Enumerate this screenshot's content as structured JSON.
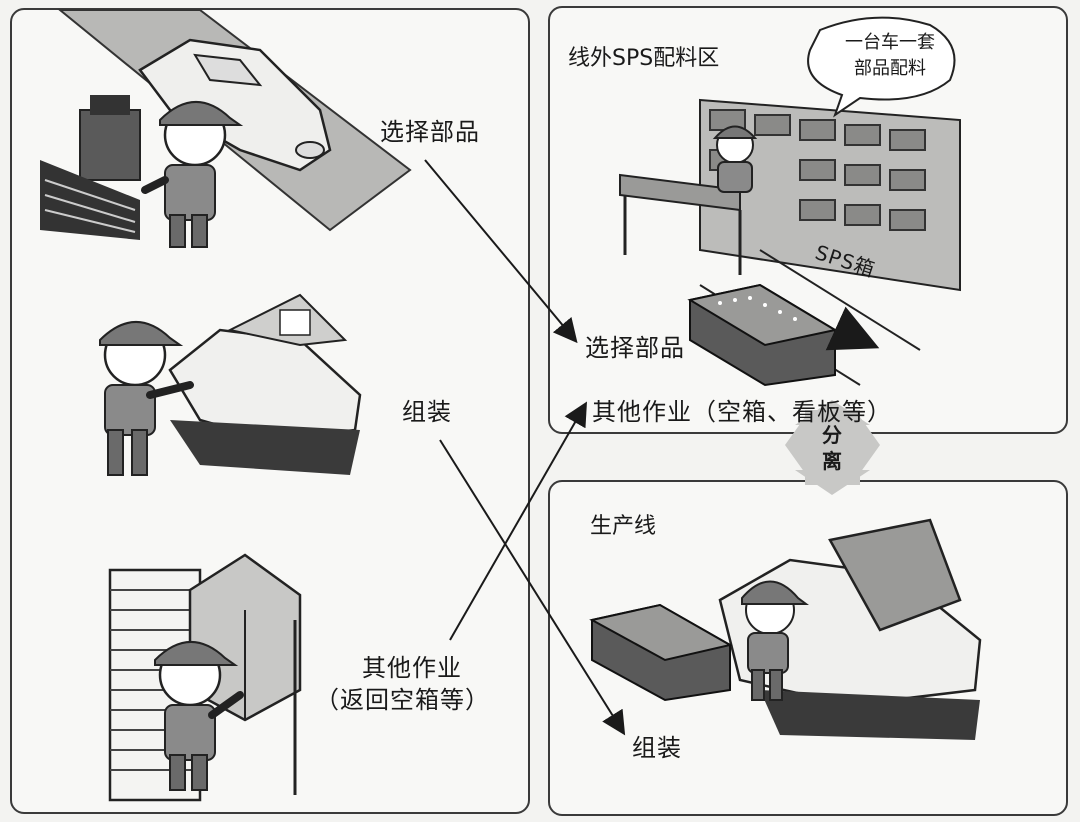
{
  "left": {
    "select_parts": "选择部品",
    "assemble": "组装",
    "other_work_line1": "其他作业",
    "other_work_line2": "（返回空箱等）"
  },
  "sps_area": {
    "title": "线外SPS配料区",
    "bubble_line1": "一台车一套",
    "bubble_line2": "部品配料",
    "box_label": "SPS箱",
    "select_parts": "选择部品",
    "other_work": "其他作业（空箱、看板等）"
  },
  "separation": {
    "char1": "分",
    "char2": "离"
  },
  "production_line": {
    "title": "生产线",
    "assemble": "组装"
  },
  "colors": {
    "ink": "#1a1a1a",
    "panel_border": "#3a3a3a",
    "shade": "#9a9a9a",
    "dark": "#4a4a4a"
  }
}
